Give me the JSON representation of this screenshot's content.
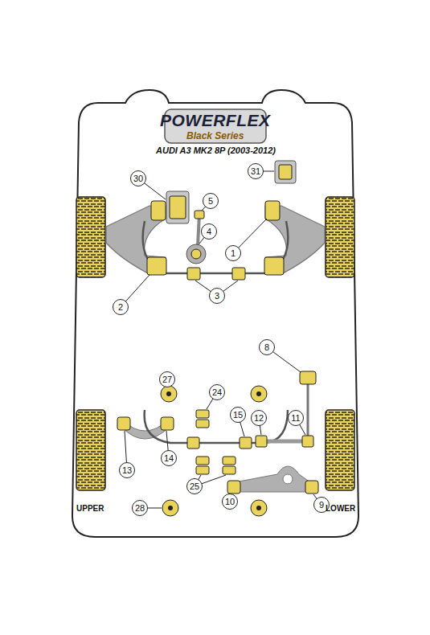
{
  "diagram": {
    "title": "AUDI A3 MK2 8P (2003-2012)",
    "labels": [
      "POWERFLEX",
      "Black Series",
      "30",
      "31",
      "5",
      "4",
      "1",
      "2",
      "3",
      "8",
      "27",
      "24",
      "15",
      "12",
      "11",
      "13",
      "14",
      "25",
      "10",
      "9",
      "UPPER",
      "28",
      "LOWER"
    ]
  }
}
